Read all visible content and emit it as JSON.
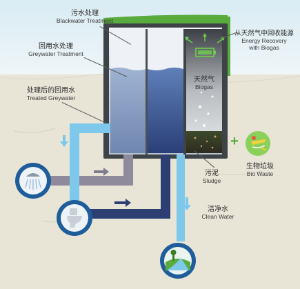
{
  "labels": {
    "blackwater": {
      "zh": "污水处理",
      "en": "Blackwater Treatment"
    },
    "greywater": {
      "zh": "回用水处理",
      "en": "Greywater Treatment"
    },
    "treated_greywater": {
      "zh": "处理后的回用水",
      "en": "Treated Greywater"
    },
    "energy": {
      "zh": "从天然气中回收能源",
      "en_line1": "Energy Recovery",
      "en_line2": "with Biogas"
    },
    "biogas": {
      "zh": "天然气",
      "en": "Biogas"
    },
    "bio_waste": {
      "zh": "生物垃圾",
      "en": "Bio Waste",
      "plus": "+"
    },
    "sludge": {
      "zh": "污泥",
      "en": "Sludge"
    },
    "clean_water": {
      "zh": "洁净水",
      "en": "Clean Water"
    }
  },
  "icons": {
    "shower": "shower-icon",
    "toilet": "toilet-icon",
    "river": "river-landscape-icon",
    "battery": "battery-icon",
    "food": "food-waste-icon"
  },
  "colors": {
    "sky": "#e4f1f7",
    "ground": "#e8e4d6",
    "grass": "#5aab3d",
    "tank_frame": "#3d4347",
    "greywater_pipe": "#8e8a9c",
    "treated_pipe": "#7ec8ec",
    "blackwater_pipe": "#2c3e72",
    "icon_ring": "#1f5d9a",
    "biogas_green": "#6fcf4b"
  }
}
